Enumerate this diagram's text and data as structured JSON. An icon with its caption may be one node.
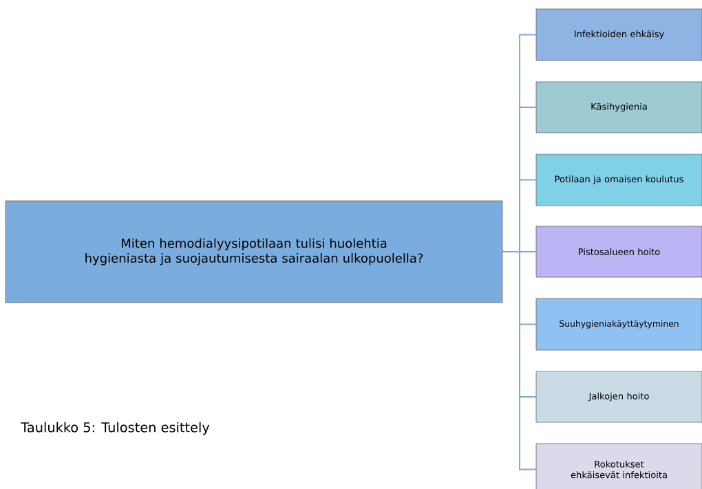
{
  "diagram": {
    "caption": "Taulukko 5: Tulosten esittely",
    "nodes": [
      {
        "text": [
          "Miten hemodialyysipotilaan tulisi huolehtia hygieniasta ja suojautumisesta sairaalan ulkopuolella?"
        ]
      },
      {
        "text": [
          "Infektioiden ehkäisy"
        ]
      },
      {
        "text": [
          "Käsihygienia"
        ]
      },
      {
        "text": [
          "Potilaan ja omaisen koulutus"
        ]
      },
      {
        "text": [
          "Pistosalueen hoito"
        ]
      },
      {
        "text": [
          "Suuhygieniakäyttäytyminen"
        ]
      },
      {
        "text": [
          "Jalkojen hoito"
        ]
      },
      {
        "text": [
          "Rokotukset ehkäisevät infektioita"
        ]
      }
    ],
    "edges": [
      {
        "from": 0,
        "to": 1,
        "arrow": "none"
      },
      {
        "from": 0,
        "to": 2,
        "arrow": "none"
      },
      {
        "from": 0,
        "to": 3,
        "arrow": "none"
      },
      {
        "from": 0,
        "to": 4,
        "arrow": "none"
      },
      {
        "from": 0,
        "to": 5,
        "arrow": "none"
      },
      {
        "from": 0,
        "to": 6,
        "arrow": "none"
      },
      {
        "from": 0,
        "to": 7,
        "arrow": "none"
      }
    ]
  }
}
